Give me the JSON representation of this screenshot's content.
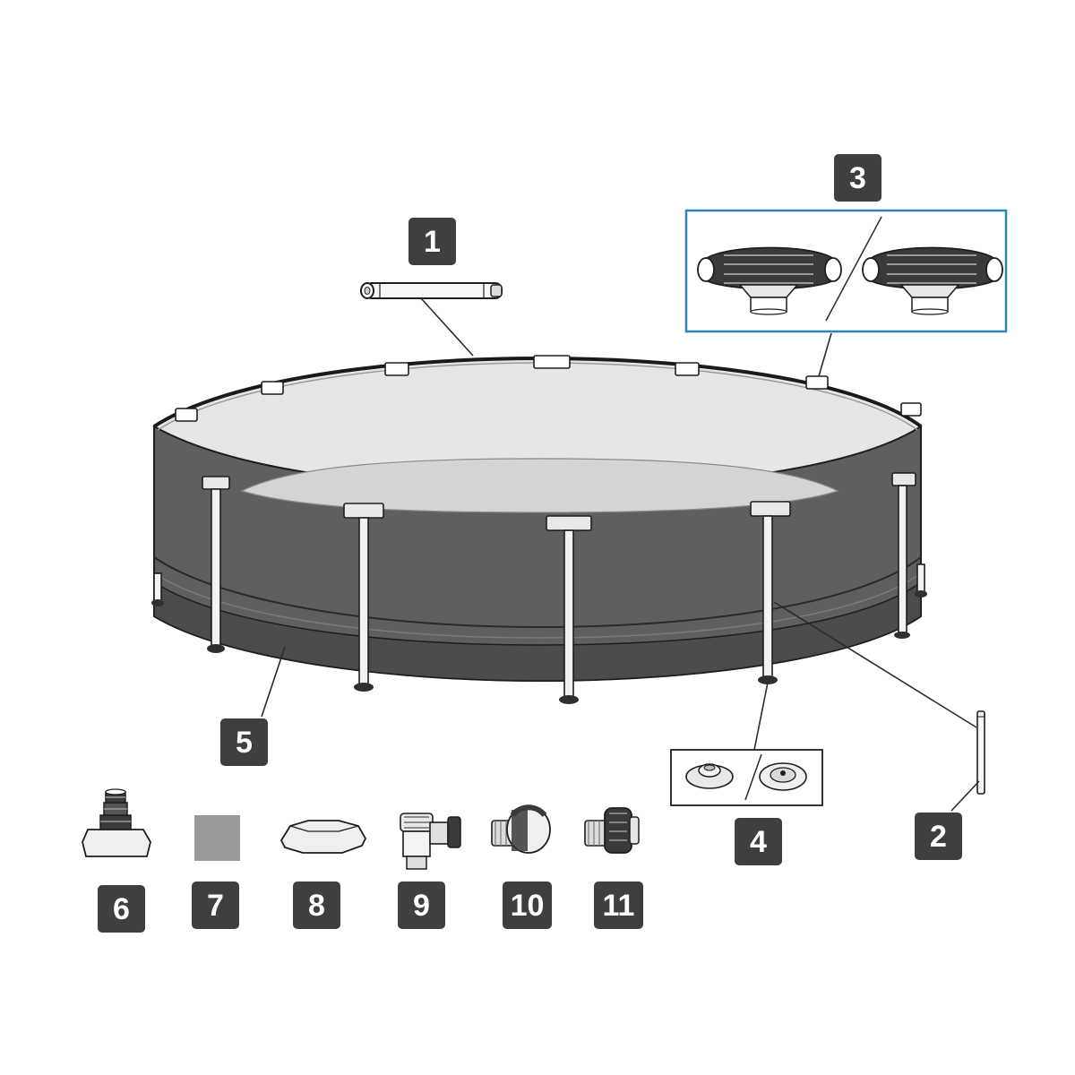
{
  "labels": {
    "part_1": "1",
    "part_2": "2",
    "part_3": "3",
    "part_4": "4",
    "part_5": "5",
    "part_6": "6",
    "part_7": "7",
    "part_8": "8",
    "part_9": "9",
    "part_10": "10",
    "part_11": "11"
  },
  "colors": {
    "badge": "#3f3f3f",
    "pool_wall": "#5f5f5f",
    "pool_wall_dark": "#4a4a4a",
    "pool_floor": "#d8d8d8",
    "callout_box_border": "#2a88b8",
    "liner_swatch": "#9a9a9a"
  }
}
